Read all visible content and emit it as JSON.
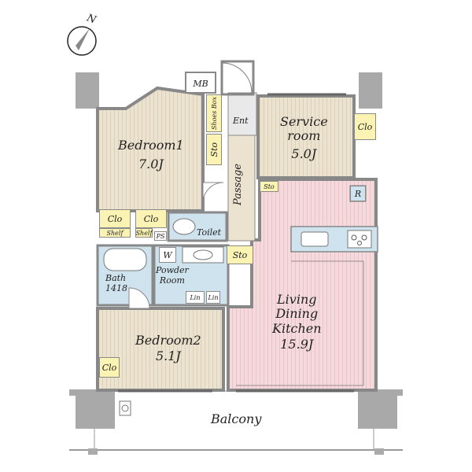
{
  "compass": {
    "north": "N"
  },
  "rooms": {
    "bedroom1": {
      "name": "Bedroom1",
      "size": "7.0J"
    },
    "service": {
      "name": "Service",
      "name2": "room",
      "size": "5.0J"
    },
    "bedroom2": {
      "name": "Bedroom2",
      "size": "5.1J"
    },
    "ldk": {
      "line1": "Living",
      "line2": "Dining",
      "line3": "Kitchen",
      "size": "15.9J"
    },
    "bath": {
      "name": "Bath",
      "size": "1418"
    },
    "powder": {
      "line1": "Powder",
      "line2": "Room"
    },
    "toilet": {
      "name": "Toilet"
    },
    "balcony": {
      "name": "Balcony"
    },
    "passage": {
      "name": "Passage"
    },
    "entrance": {
      "name": "Ent"
    }
  },
  "tags": {
    "mb": "MB",
    "shoes_box": "Shoes Box",
    "sto_bed1": "Sto",
    "sto_passage": "Sto",
    "sto_powder": "Sto",
    "clo_service": "Clo",
    "clo_bed1_a": "Clo",
    "clo_bed1_b": "Clo",
    "shelf_a": "Shelf",
    "shelf_b": "Shelf",
    "ps": "PS",
    "w": "W",
    "lin_a": "Lin",
    "lin_b": "Lin",
    "clo_bed2": "Clo",
    "r": "R"
  },
  "colors": {
    "wall": "#a9a9a9",
    "bedroom_floor": "#e6dac6",
    "ldk_floor": "#f1d4d8",
    "wet_area": "#cfe3ee",
    "storage": "#fbf3b4",
    "balcony": "#ffffff"
  }
}
